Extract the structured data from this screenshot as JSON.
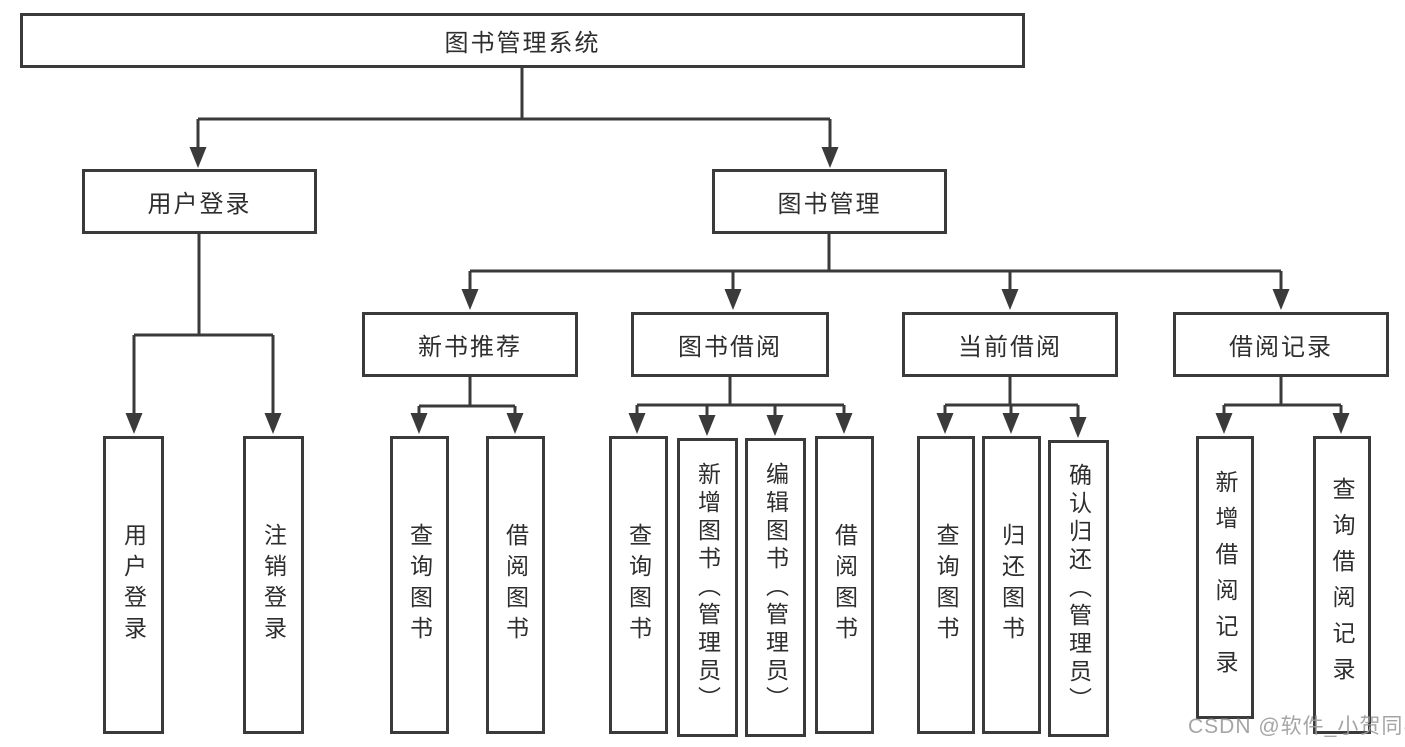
{
  "watermark": "CSDN @软件_小贺同学",
  "colors": {
    "line": "#3a3a3a",
    "text": "#2e2e2e",
    "watermark": "#9b9b9b",
    "background": "#ffffff"
  },
  "tree": {
    "label": "图书管理系统",
    "children": [
      {
        "label": "用户登录",
        "children": [
          {
            "label": "用户登录"
          },
          {
            "label": "注销登录"
          }
        ]
      },
      {
        "label": "图书管理",
        "children": [
          {
            "label": "新书推荐",
            "children": [
              {
                "label": "查询图书"
              },
              {
                "label": "借阅图书"
              }
            ]
          },
          {
            "label": "图书借阅",
            "children": [
              {
                "label": "查询图书"
              },
              {
                "label": "新增图书（管理员）"
              },
              {
                "label": "编辑图书（管理员）"
              },
              {
                "label": "借阅图书"
              }
            ]
          },
          {
            "label": "当前借阅",
            "children": [
              {
                "label": "查询图书"
              },
              {
                "label": "归还图书"
              },
              {
                "label": "确认归还（管理员）"
              }
            ]
          },
          {
            "label": "借阅记录",
            "children": [
              {
                "label": "新增借阅记录"
              },
              {
                "label": "查询借阅记录"
              }
            ]
          }
        ]
      }
    ]
  }
}
